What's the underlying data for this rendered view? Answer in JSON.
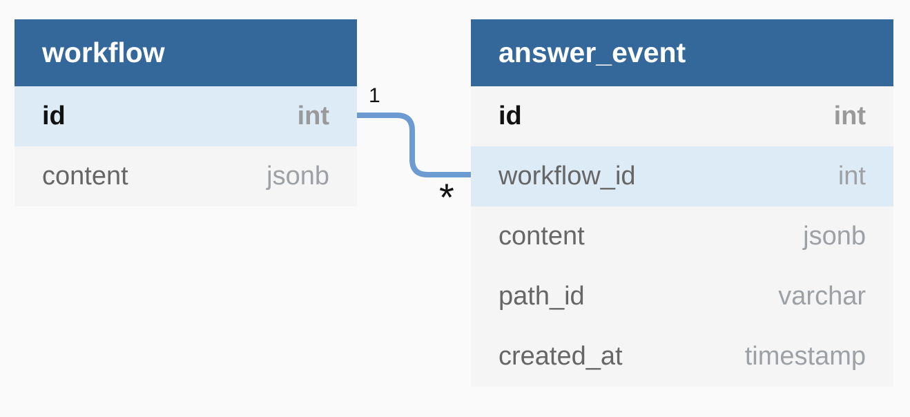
{
  "diagram": {
    "type": "entity-relationship",
    "colors": {
      "page_background": "#fafafa",
      "header": "#35689a",
      "header_text": "#ffffff",
      "row": "#f5f5f5",
      "row_highlight": "#dcebf5",
      "field_name": "#666666",
      "field_type": "#9da1a5",
      "pk_text": "#111111",
      "pk_type": "#999999",
      "relationship_line": "#6b9bd0",
      "cardinality_text": "#111111"
    },
    "tables": [
      {
        "name": "workflow",
        "columns": [
          {
            "name": "id",
            "type": "int",
            "pk": true,
            "highlight": true
          },
          {
            "name": "content",
            "type": "jsonb",
            "pk": false,
            "highlight": false
          }
        ]
      },
      {
        "name": "answer_event",
        "columns": [
          {
            "name": "id",
            "type": "int",
            "pk": true,
            "highlight": false
          },
          {
            "name": "workflow_id",
            "type": "int",
            "pk": false,
            "highlight": true
          },
          {
            "name": "content",
            "type": "jsonb",
            "pk": false,
            "highlight": false
          },
          {
            "name": "path_id",
            "type": "varchar",
            "pk": false,
            "highlight": false
          },
          {
            "name": "created_at",
            "type": "timestamp",
            "pk": false,
            "highlight": false
          }
        ]
      }
    ],
    "relationship": {
      "from_table": "workflow",
      "from_column": "id",
      "to_table": "answer_event",
      "to_column": "workflow_id",
      "from_cardinality": "1",
      "to_cardinality": "*"
    }
  }
}
